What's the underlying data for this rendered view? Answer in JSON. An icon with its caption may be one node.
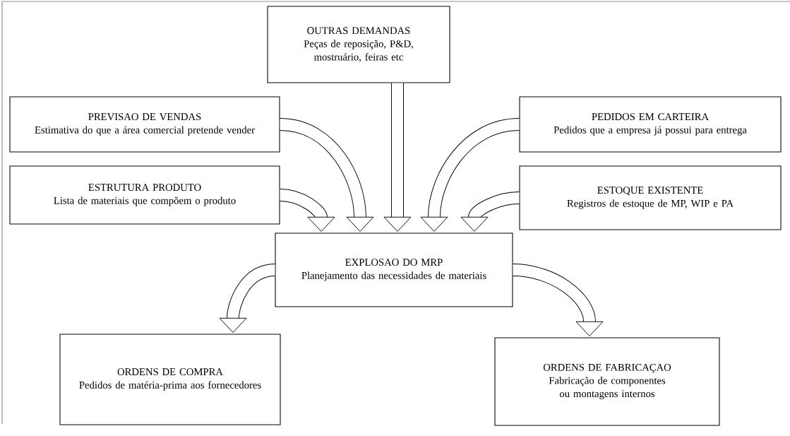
{
  "diagram": {
    "nodes": [
      {
        "text": [
          "OUTRAS DEMANDAS",
          "Peças de reposição, P&D, mostruário, feiras etc"
        ]
      },
      {
        "text": [
          "PREVISAO DE VENDAS",
          "Estimativa do que a área comercial pretende vender"
        ]
      },
      {
        "text": [
          "PEDIDOS EM CARTEIRA",
          "Pedidos que a empresa já possui para entrega"
        ]
      },
      {
        "text": [
          "ESTRUTURA PRODUTO",
          "Lista de materiais que compõem o produto"
        ]
      },
      {
        "text": [
          "ESTOQUE EXISTENTE",
          "Registros de estoque de MP, WIP e PA"
        ]
      },
      {
        "text": [
          "EXPLOSAO DO MRP",
          "Planejamento das necessidades de materiais"
        ]
      },
      {
        "text": [
          "ORDENS DE COMPRA",
          "Pedidos de matéria-prima aos fornecedores"
        ]
      },
      {
        "text": [
          "ORDENS DE FABRICAÇAO",
          "Fabricação de componentes ou montagens internos"
        ]
      }
    ],
    "edges": [
      {
        "from": 0,
        "to": 5,
        "arrow": "to"
      },
      {
        "from": 1,
        "to": 5,
        "arrow": "to"
      },
      {
        "from": 2,
        "to": 5,
        "arrow": "to"
      },
      {
        "from": 3,
        "to": 5,
        "arrow": "to"
      },
      {
        "from": 4,
        "to": 5,
        "arrow": "to"
      },
      {
        "from": 5,
        "to": 6,
        "arrow": "to"
      },
      {
        "from": 5,
        "to": 7,
        "arrow": "to"
      }
    ]
  }
}
